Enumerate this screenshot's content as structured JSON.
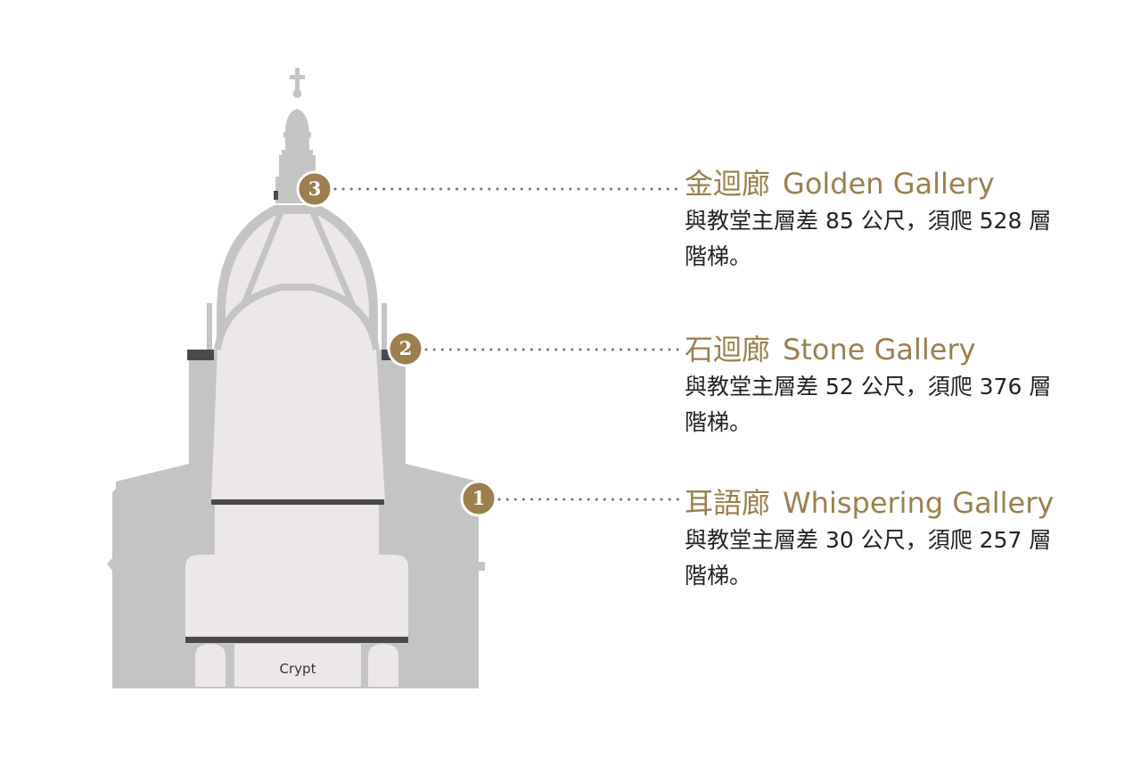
{
  "colors": {
    "accent": "#9c7f4e",
    "structure": "#c4c4c4",
    "interior": "#ece8ea",
    "floor": "#4a4a4a"
  },
  "crypt_label": "Crypt",
  "galleries": [
    {
      "marker": "3",
      "title_zh": "金迴廊",
      "title_en": "Golden Gallery",
      "description": "與教堂主層差 85 公尺，須爬 528 層階梯。"
    },
    {
      "marker": "2",
      "title_zh": "石迴廊",
      "title_en": "Stone Gallery",
      "description": "與教堂主層差 52 公尺，須爬 376 層階梯。"
    },
    {
      "marker": "1",
      "title_zh": "耳語廊",
      "title_en": "Whispering Gallery",
      "description": "與教堂主層差 30 公尺，須爬 257 層階梯。"
    }
  ]
}
